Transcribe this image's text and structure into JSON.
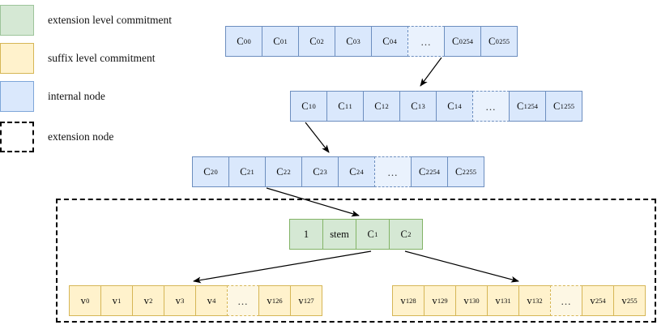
{
  "diagram": {
    "title": "verkle-trie-extension-suffix-structure",
    "background": "#ffffff"
  },
  "colors": {
    "green_fill": "#d5e8d4",
    "green_stroke": "#82b366",
    "yellow_fill": "#fff2cc",
    "yellow_stroke": "#d6b656",
    "blue_fill": "#dae8fc",
    "blue_stroke": "#6c8ebf",
    "dashed_stroke": "#000000",
    "arrow_stroke": "#000000"
  },
  "legend": {
    "items": [
      {
        "swatch": "green",
        "label": "extension level commitment"
      },
      {
        "swatch": "yellow",
        "label": "suffix level commitment"
      },
      {
        "swatch": "blue",
        "label": "internal node"
      },
      {
        "swatch": "dashed",
        "label": "extension node"
      }
    ]
  },
  "rows": {
    "level0": {
      "name": "internal-node-row-level-0",
      "cells": [
        {
          "base": "C",
          "sup": "0",
          "sub": "0",
          "ext": false
        },
        {
          "base": "C",
          "sup": "0",
          "sub": "1",
          "ext": false
        },
        {
          "base": "C",
          "sup": "0",
          "sub": "2",
          "ext": false
        },
        {
          "base": "C",
          "sup": "0",
          "sub": "3",
          "ext": false
        },
        {
          "base": "C",
          "sup": "0",
          "sub": "4",
          "ext": false
        },
        {
          "base": "…",
          "sup": "",
          "sub": "",
          "ext": true
        },
        {
          "base": "C",
          "sup": "0",
          "sub": "254",
          "ext": false
        },
        {
          "base": "C",
          "sup": "0",
          "sub": "255",
          "ext": false
        }
      ]
    },
    "level1": {
      "name": "internal-node-row-level-1",
      "cells": [
        {
          "base": "C",
          "sup": "1",
          "sub": "0",
          "ext": false
        },
        {
          "base": "C",
          "sup": "1",
          "sub": "1",
          "ext": false
        },
        {
          "base": "C",
          "sup": "1",
          "sub": "2",
          "ext": false
        },
        {
          "base": "C",
          "sup": "1",
          "sub": "3",
          "ext": false
        },
        {
          "base": "C",
          "sup": "1",
          "sub": "4",
          "ext": false
        },
        {
          "base": "…",
          "sup": "",
          "sub": "",
          "ext": true
        },
        {
          "base": "C",
          "sup": "1",
          "sub": "254",
          "ext": false
        },
        {
          "base": "C",
          "sup": "1",
          "sub": "255",
          "ext": false
        }
      ]
    },
    "level2": {
      "name": "internal-node-row-level-2",
      "cells": [
        {
          "base": "C",
          "sup": "2",
          "sub": "0",
          "ext": false
        },
        {
          "base": "C",
          "sup": "2",
          "sub": "1",
          "ext": false
        },
        {
          "base": "C",
          "sup": "2",
          "sub": "2",
          "ext": false
        },
        {
          "base": "C",
          "sup": "2",
          "sub": "3",
          "ext": false
        },
        {
          "base": "C",
          "sup": "2",
          "sub": "4",
          "ext": false
        },
        {
          "base": "…",
          "sup": "",
          "sub": "",
          "ext": true
        },
        {
          "base": "C",
          "sup": "2",
          "sub": "254",
          "ext": false
        },
        {
          "base": "C",
          "sup": "2",
          "sub": "255",
          "ext": false
        }
      ]
    },
    "extension": {
      "name": "extension-level-commitment-row",
      "cells": [
        {
          "base": "1",
          "sup": "",
          "sub": "",
          "ext": false
        },
        {
          "base": "stem",
          "sup": "",
          "sub": "",
          "ext": false
        },
        {
          "base": "C",
          "sup": "",
          "sub": "1",
          "ext": false
        },
        {
          "base": "C",
          "sup": "",
          "sub": "2",
          "ext": false
        }
      ]
    },
    "suffix_left": {
      "name": "suffix-level-commitment-row-left",
      "cells": [
        {
          "base": "v",
          "sup": "",
          "sub": "0",
          "ext": false
        },
        {
          "base": "v",
          "sup": "",
          "sub": "1",
          "ext": false
        },
        {
          "base": "v",
          "sup": "",
          "sub": "2",
          "ext": false
        },
        {
          "base": "v",
          "sup": "",
          "sub": "3",
          "ext": false
        },
        {
          "base": "v",
          "sup": "",
          "sub": "4",
          "ext": false
        },
        {
          "base": "…",
          "sup": "",
          "sub": "",
          "ext": true
        },
        {
          "base": "v",
          "sup": "",
          "sub": "126",
          "ext": false
        },
        {
          "base": "v",
          "sup": "",
          "sub": "127",
          "ext": false
        }
      ]
    },
    "suffix_right": {
      "name": "suffix-level-commitment-row-right",
      "cells": [
        {
          "base": "v",
          "sup": "",
          "sub": "128",
          "ext": false
        },
        {
          "base": "v",
          "sup": "",
          "sub": "129",
          "ext": false
        },
        {
          "base": "v",
          "sup": "",
          "sub": "130",
          "ext": false
        },
        {
          "base": "v",
          "sup": "",
          "sub": "131",
          "ext": false
        },
        {
          "base": "v",
          "sup": "",
          "sub": "132",
          "ext": false
        },
        {
          "base": "…",
          "sup": "",
          "sub": "",
          "ext": true
        },
        {
          "base": "v",
          "sup": "",
          "sub": "254",
          "ext": false
        },
        {
          "base": "v",
          "sup": "",
          "sub": "255",
          "ext": false
        }
      ]
    }
  },
  "arrows": [
    {
      "name": "arrow-level0-to-level1",
      "from": "C0_254",
      "to": "level-1-row"
    },
    {
      "name": "arrow-level1-to-level2",
      "from": "C1_0",
      "to": "level-2-row"
    },
    {
      "name": "arrow-level2-to-extension",
      "from": "C2_2",
      "to": "extension-node"
    },
    {
      "name": "arrow-extension-to-suffix-left",
      "from": "C_1",
      "to": "suffix-row-left"
    },
    {
      "name": "arrow-extension-to-suffix-right",
      "from": "C_2",
      "to": "suffix-row-right"
    }
  ]
}
